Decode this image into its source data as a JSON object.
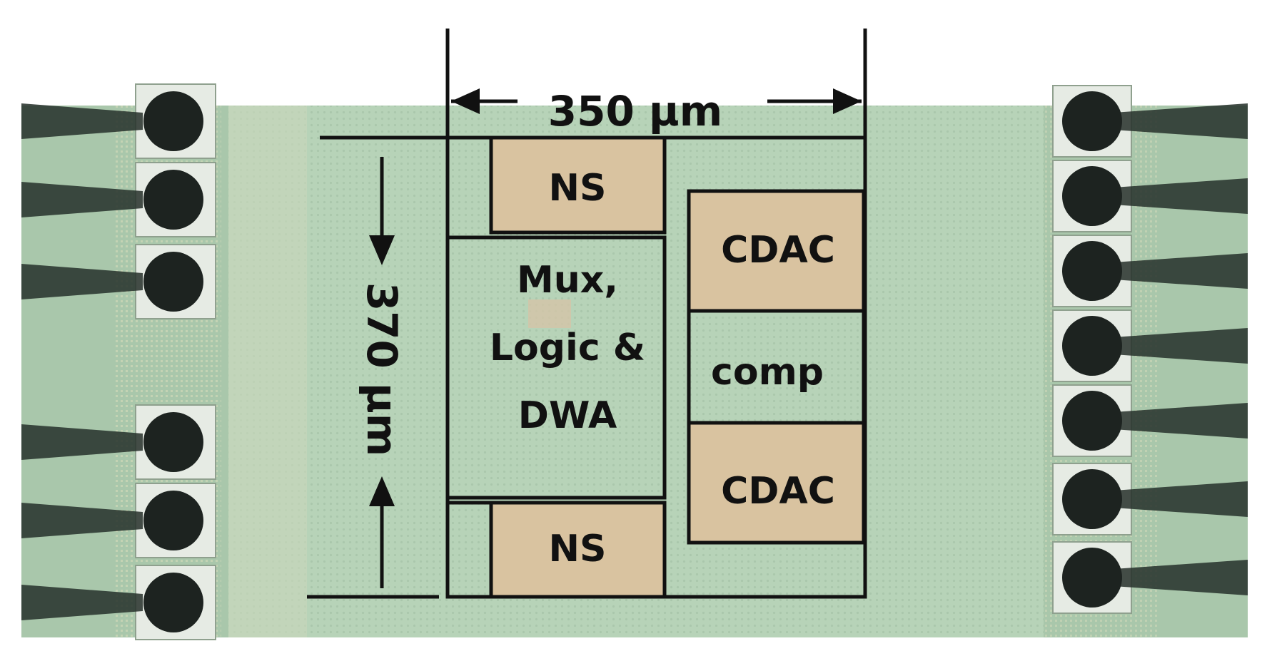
{
  "width_label": "350 µm",
  "height_label": "370 µm",
  "blocks": {
    "ns_top": "NS",
    "mux_line1": "Mux,",
    "mux_line2": "Logic &",
    "mux_line3": "DWA",
    "cdac_top": "CDAC",
    "comp": "comp",
    "cdac_bottom": "CDAC",
    "ns_bottom": "NS"
  },
  "colors": {
    "die": "#b7d3b8",
    "block_fill": "#d9c3a0",
    "outline": "#111111",
    "bond_wire": "#26302a",
    "bond_ball": "#1d2320",
    "pad": "#e6ebe4"
  }
}
